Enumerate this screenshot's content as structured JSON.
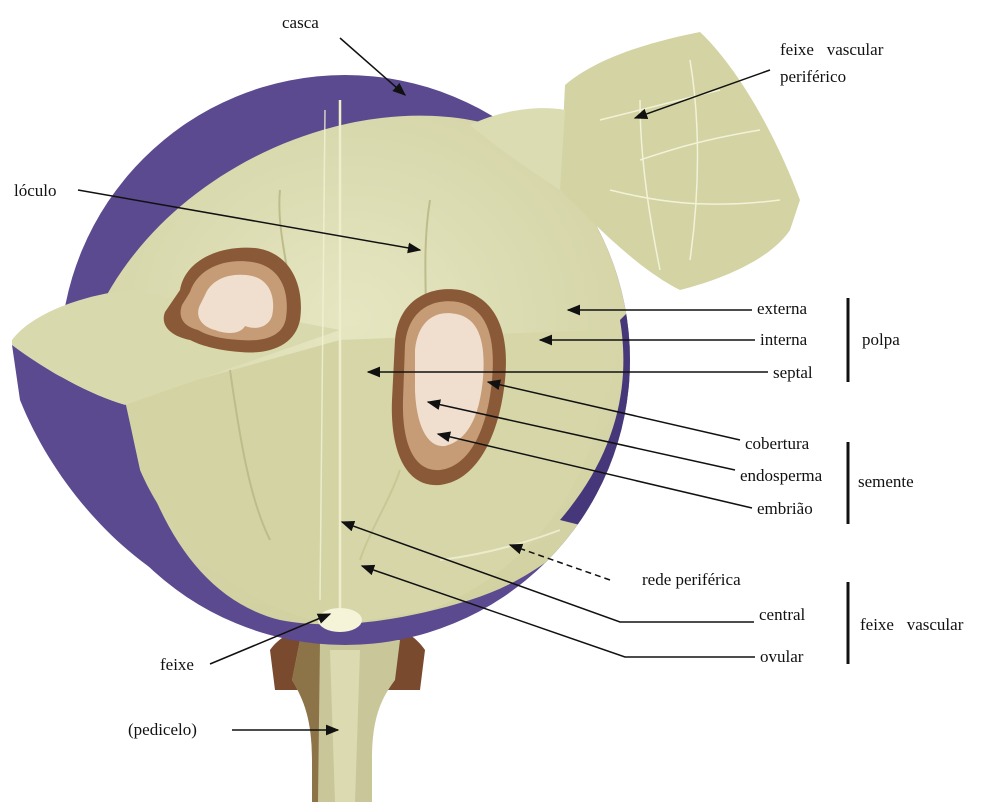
{
  "colors": {
    "skin": "#5b4a8f",
    "skin_dark": "#46377a",
    "pulp": "#d8d8ac",
    "pulp_light": "#e3e3bd",
    "pulp_shadow": "#c3c394",
    "seed_coat": "#8a5a38",
    "endosperm": "#caa27c",
    "embryo": "#efdccb",
    "stem": "#c4c296",
    "stem_brown": "#7a4a2e",
    "ink": "#111111"
  },
  "labels": {
    "casca": "casca",
    "feixe_vascular_periferico_1": "feixe   vascular",
    "feixe_vascular_periferico_2": "periférico",
    "loculo": "lóculo",
    "externa": "externa",
    "interna": "interna",
    "septal": "septal",
    "polpa": "polpa",
    "cobertura": "cobertura",
    "endosperma": "endosperma",
    "embriao": "embrião",
    "semente": "semente",
    "rede_periferica": "rede periférica",
    "central": "central",
    "ovular": "ovular",
    "feixe_vascular": "feixe   vascular",
    "feixe": "feixe",
    "pedicelo": "(pedicelo)"
  }
}
